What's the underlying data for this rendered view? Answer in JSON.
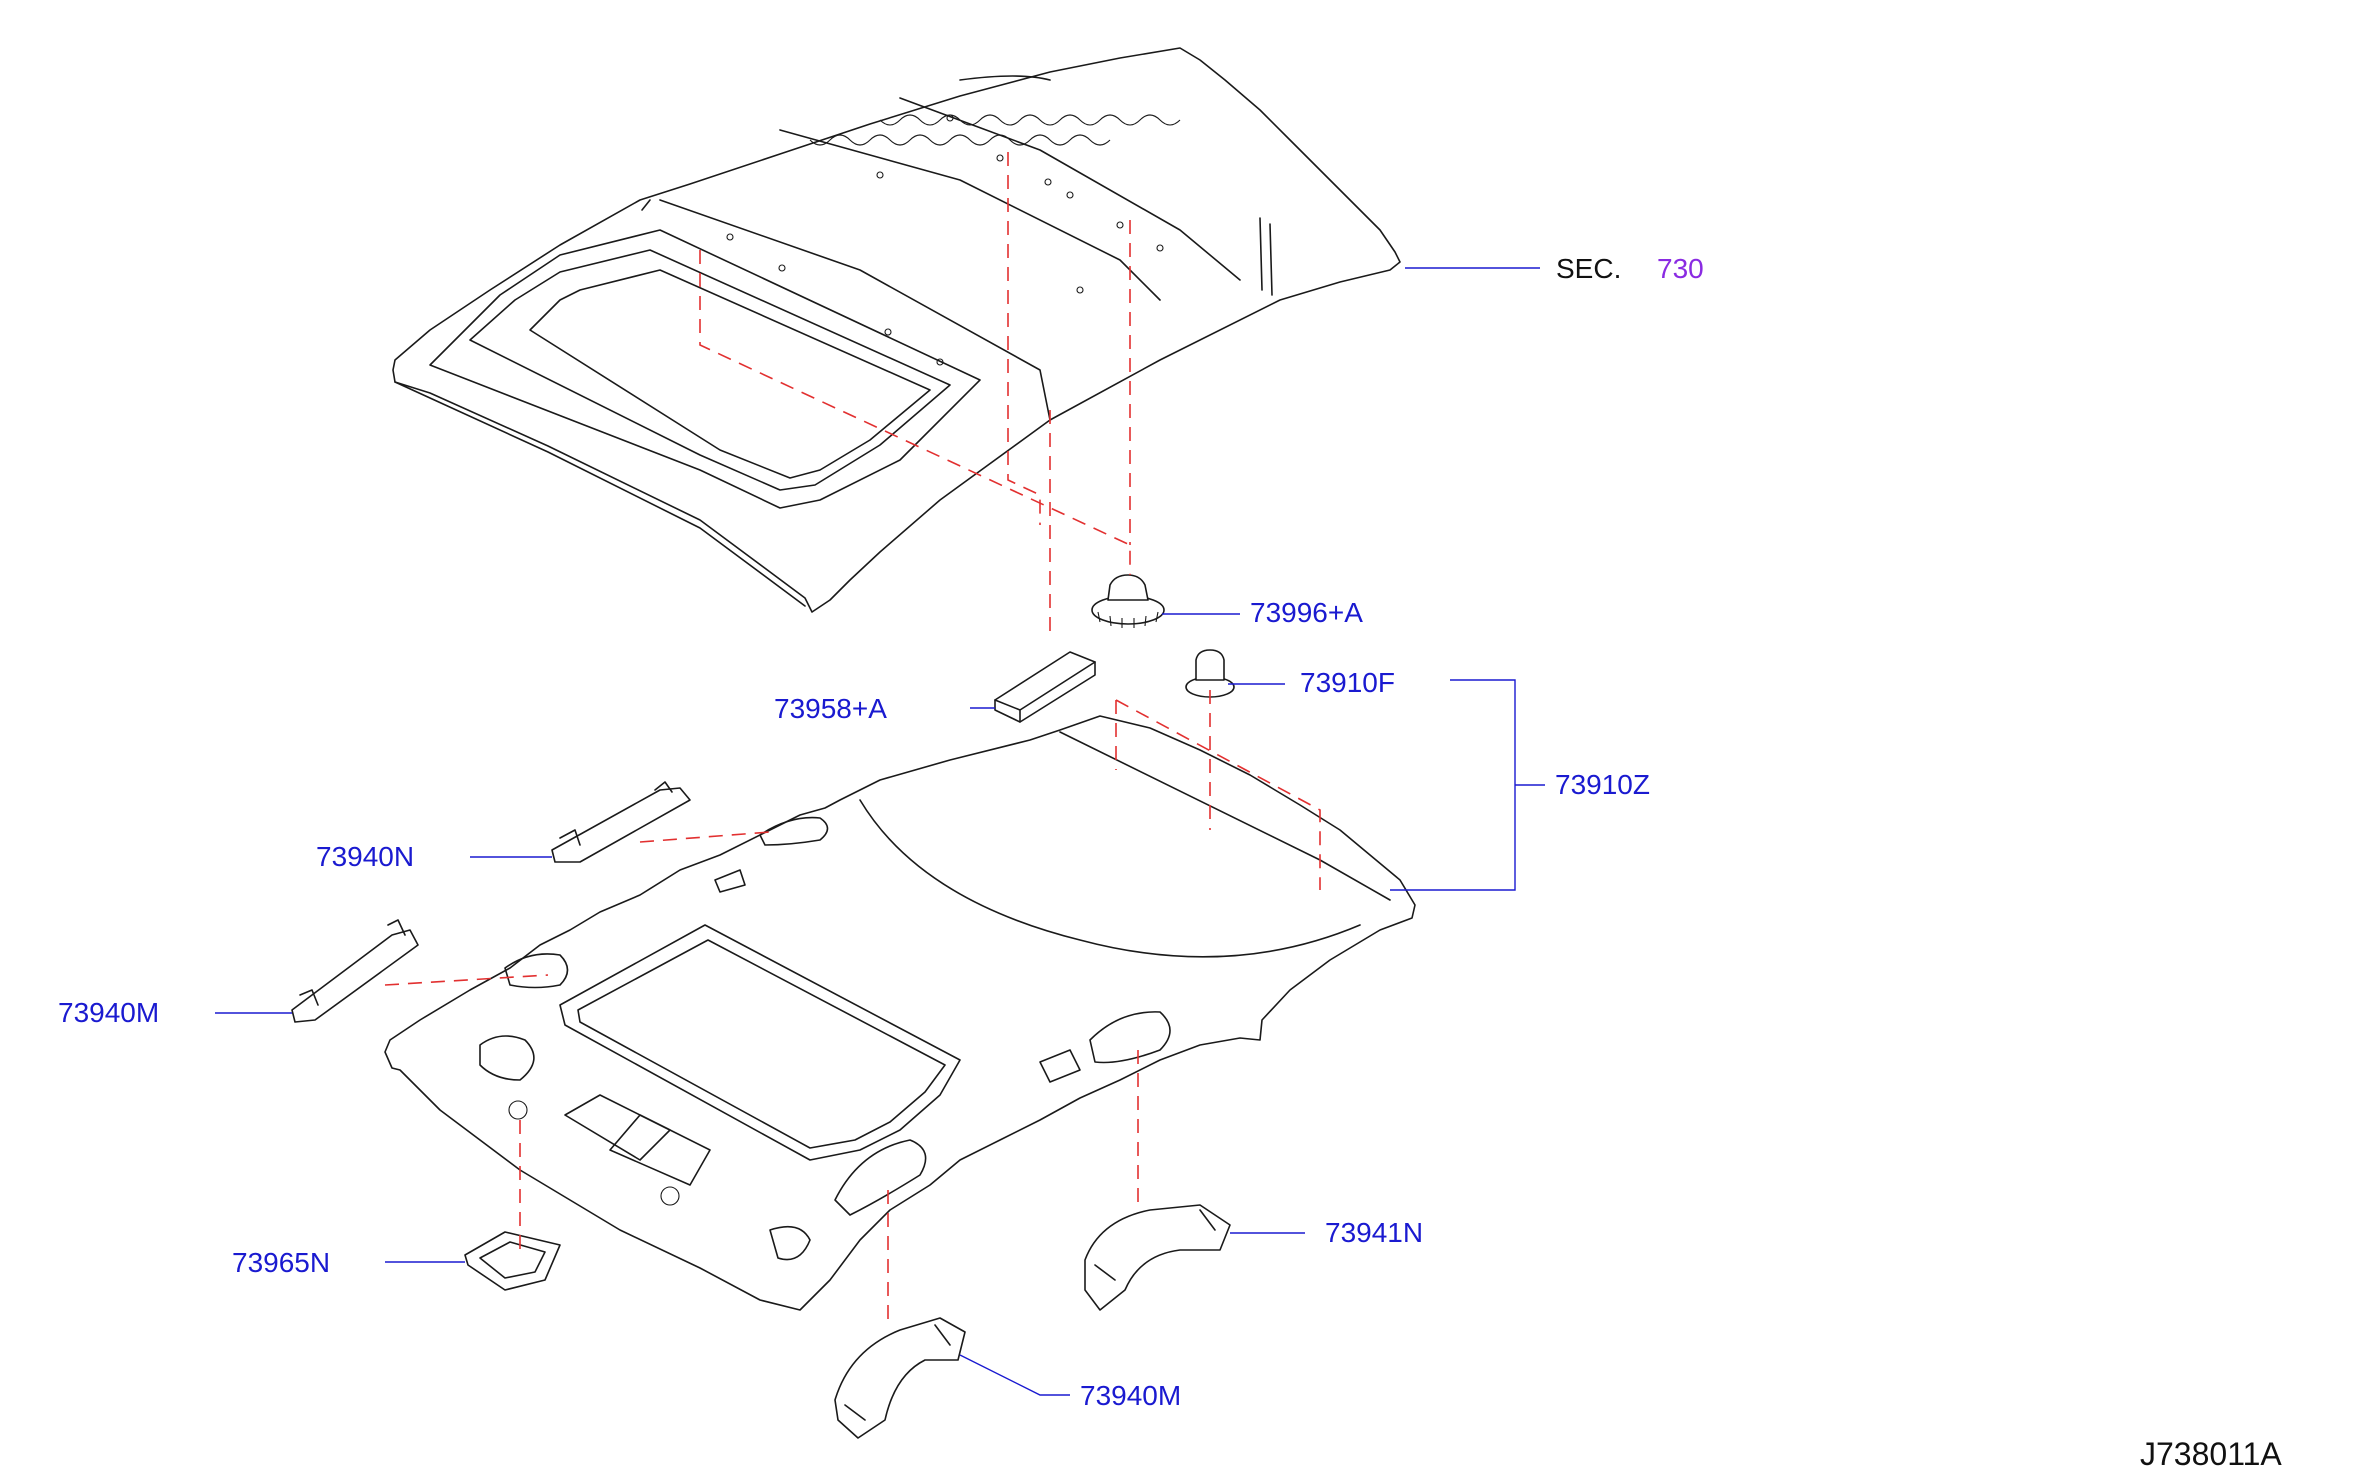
{
  "colors": {
    "callout_text": "#1a1ad0",
    "leader_line": "#1a1ad0",
    "dashed_line": "#e23030",
    "sec_text": "#111111",
    "sec_number": "#8a2be2",
    "part_outline": "#1a1a1a"
  },
  "callouts": {
    "sec_label": "SEC.",
    "sec_number": "730",
    "retainer_clip": "73996+A",
    "bracket": "73958+A",
    "clip": "73910F",
    "headlining_assy": "73910Z",
    "assist_grip_front_upper": "73940N",
    "assist_grip_rear_left": "73940M",
    "sunvisor_holder": "73965N",
    "assist_grip_right": "73941N",
    "assist_grip_bottom": "73940M"
  },
  "diagram_id": "J738011A"
}
